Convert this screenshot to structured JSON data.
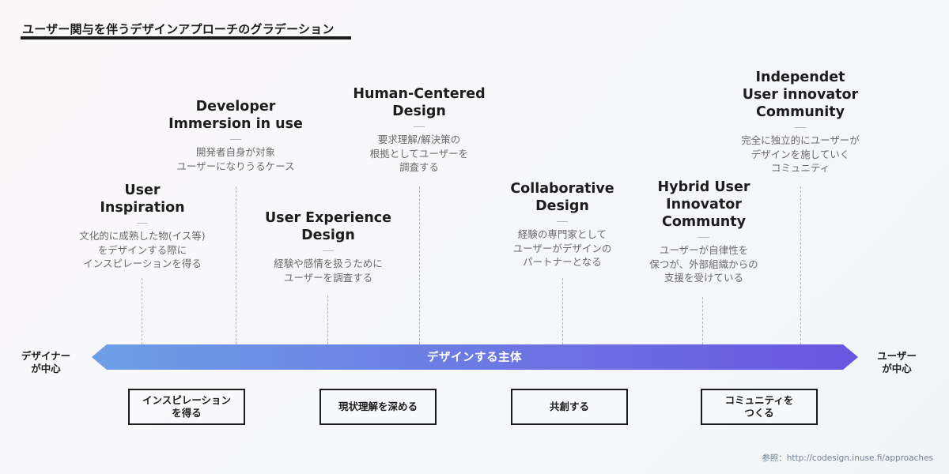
{
  "title": "ユーザー関与を伴うデザインアプローチのグラデーション",
  "stages": [
    {
      "title": "User\nInspiration",
      "description": "文化的に成熟した物(イス等)\nをデザインする際に\nインスピレーションを得る"
    },
    {
      "title": "Developer\nImmersion in use",
      "description": "開発者自身が対象\nユーザーになりうるケース"
    },
    {
      "title": "User Experience\nDesign",
      "description": "経験や感情を扱うために\nユーザーを調査する"
    },
    {
      "title": "Human-Centered\nDesign",
      "description": "要求理解/解決策の\n根拠としてユーザーを\n調査する"
    },
    {
      "title": "Collaborative\nDesign",
      "description": "経験の専門家として\nユーザーがデザインの\nパートナーとなる"
    },
    {
      "title": "Hybrid User\nInnovator\nCommunty",
      "description": "ユーザーが自律性を\n保つが、外部組織からの\n支援を受けている"
    },
    {
      "title": "Independet\nUser innovator\nCommunity",
      "description": "完全に独立的にユーザーが\nデザインを施していく\nコミュニティ"
    }
  ],
  "axis": {
    "label": "デザインする主体",
    "left_label": "デザイナー\nが中心",
    "right_label": "ユーザー\nが中心",
    "gradient_start": "#6d9fe6",
    "gradient_end": "#6a55e0"
  },
  "categories": [
    {
      "label": "インスピレーション\nを得る"
    },
    {
      "label": "現状理解を深める"
    },
    {
      "label": "共創する"
    },
    {
      "label": "コミュニティを\nつくる"
    }
  ],
  "reference": "参照：http://codesign.inuse.fi/approaches"
}
